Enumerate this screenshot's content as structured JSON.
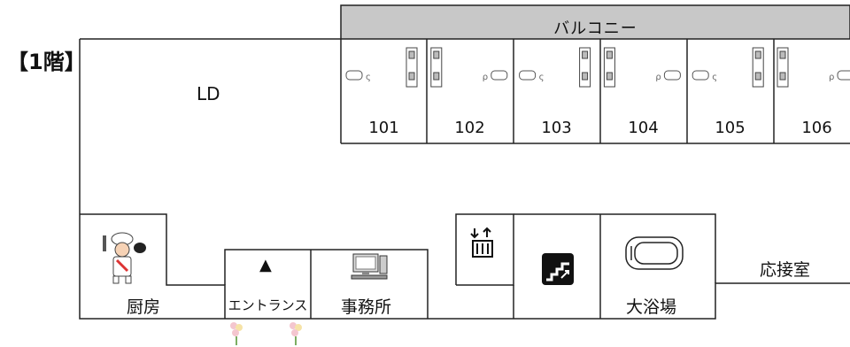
{
  "floor_label": "【1階】",
  "balcony": {
    "label": "バルコニー",
    "color": "#c8c8c8"
  },
  "ld": {
    "label": "LD"
  },
  "rooms": [
    {
      "number": "101",
      "toilet_side": "left"
    },
    {
      "number": "102",
      "toilet_side": "right"
    },
    {
      "number": "103",
      "toilet_side": "left"
    },
    {
      "number": "104",
      "toilet_side": "right"
    },
    {
      "number": "105",
      "toilet_side": "left"
    },
    {
      "number": "106",
      "toilet_side": "right"
    }
  ],
  "kitchen": {
    "label": "厨房",
    "icon": "chef-icon"
  },
  "entrance": {
    "label": "エントランス",
    "arrow": "▲"
  },
  "office": {
    "label": "事務所",
    "icon": "computer-icon"
  },
  "elevator": {
    "icon": "elevator-icon"
  },
  "stairs": {
    "icon": "stairs-icon"
  },
  "bath": {
    "label": "大浴場",
    "icon": "bathtub-icon"
  },
  "reception": {
    "label": "応接室"
  },
  "line_color": "#222222",
  "decor": {
    "icon": "flower-icon"
  }
}
